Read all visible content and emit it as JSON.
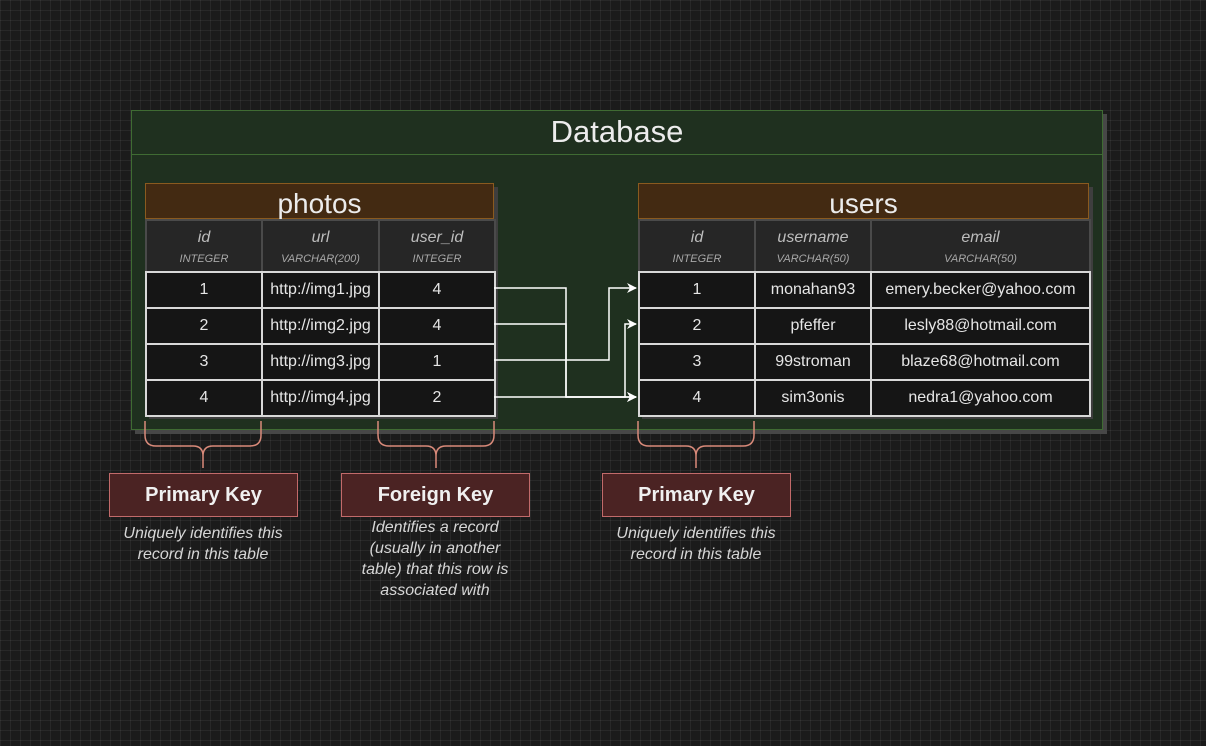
{
  "database": {
    "title": "Database"
  },
  "photos": {
    "title": "photos",
    "columns": [
      {
        "name": "id",
        "type": "INTEGER"
      },
      {
        "name": "url",
        "type": "VARCHAR(200)"
      },
      {
        "name": "user_id",
        "type": "INTEGER"
      }
    ],
    "rows": [
      [
        "1",
        "http://img1.jpg",
        "4"
      ],
      [
        "2",
        "http://img2.jpg",
        "4"
      ],
      [
        "3",
        "http://img3.jpg",
        "1"
      ],
      [
        "4",
        "http://img4.jpg",
        "2"
      ]
    ]
  },
  "users": {
    "title": "users",
    "columns": [
      {
        "name": "id",
        "type": "INTEGER"
      },
      {
        "name": "username",
        "type": "VARCHAR(50)"
      },
      {
        "name": "email",
        "type": "VARCHAR(50)"
      }
    ],
    "rows": [
      [
        "1",
        "monahan93",
        "emery.becker@yahoo.com"
      ],
      [
        "2",
        "pfeffer",
        "lesly88@hotmail.com"
      ],
      [
        "3",
        "99stroman",
        "blaze68@hotmail.com"
      ],
      [
        "4",
        "sim3onis",
        "nedra1@yahoo.com"
      ]
    ]
  },
  "labels": {
    "photos_pk": {
      "title": "Primary Key",
      "desc": "Uniquely identifies this record in this table"
    },
    "photos_fk": {
      "title": "Foreign Key",
      "desc": "Identifies a record (usually in another table) that this row is associated with"
    },
    "users_pk": {
      "title": "Primary Key",
      "desc": "Uniquely identifies this record in this table"
    }
  },
  "colors": {
    "background": "#1b1b1b",
    "database_fill": "#1f301f",
    "table_header_fill": "#432a12",
    "key_label_fill": "#4b2323",
    "brace_stroke": "#d98a7a",
    "connector_stroke": "#ffffff"
  }
}
